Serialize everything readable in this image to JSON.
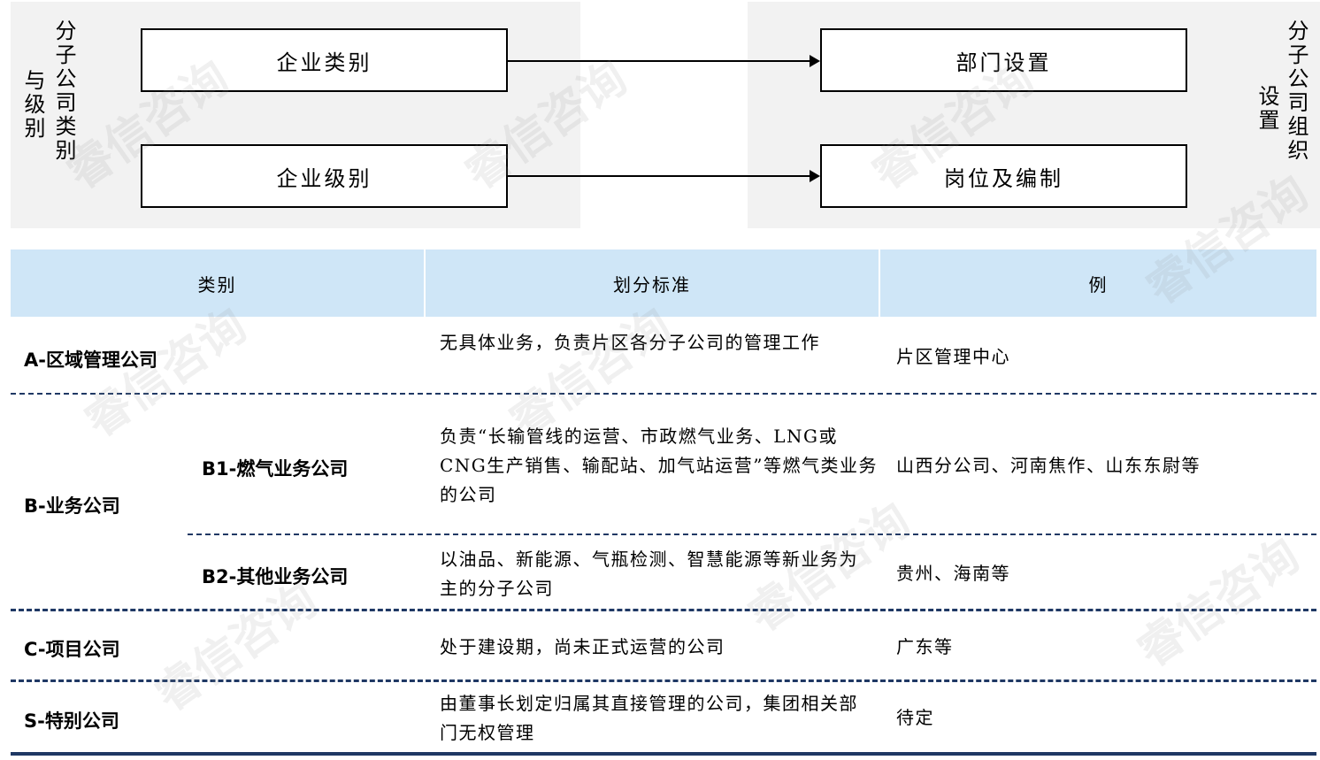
{
  "diagram": {
    "left_label_col1": "分子公司类别",
    "left_label_col2": "与级别",
    "right_label_col1": "分子公司组织",
    "right_label_col2": "设置",
    "boxes": {
      "enterprise_category": "企业类别",
      "enterprise_level": "企业级别",
      "department_setup": "部门设置",
      "posts_and_staffing": "岗位及编制"
    }
  },
  "table": {
    "headers": [
      "类别",
      "划分标准",
      "例"
    ],
    "rows": {
      "a": {
        "category": "A-区域管理公司",
        "criteria": "无具体业务，负责片区各分子公司的管理工作",
        "example": "片区管理中心"
      },
      "b": {
        "category": "B-业务公司"
      },
      "b1": {
        "category": "B1-燃气业务公司",
        "criteria": "负责“长输管线的运营、市政燃气业务、LNG或CNG生产销售、输配站、加气站运营”等燃气类业务的公司",
        "example": "山西分公司、河南焦作、山东东尉等"
      },
      "b2": {
        "category": "B2-其他业务公司",
        "criteria": "以油品、新能源、气瓶检测、智慧能源等新业务为主的分子公司",
        "example": "贵州、海南等"
      },
      "c": {
        "category": "C-项目公司",
        "criteria": "处于建设期，尚未正式运营的公司",
        "example": "广东等"
      },
      "s": {
        "category": "S-特别公司",
        "criteria": "由董事长划定归属其直接管理的公司，集团相关部门无权管理",
        "example": "待定"
      }
    }
  },
  "watermark": "睿信咨询"
}
